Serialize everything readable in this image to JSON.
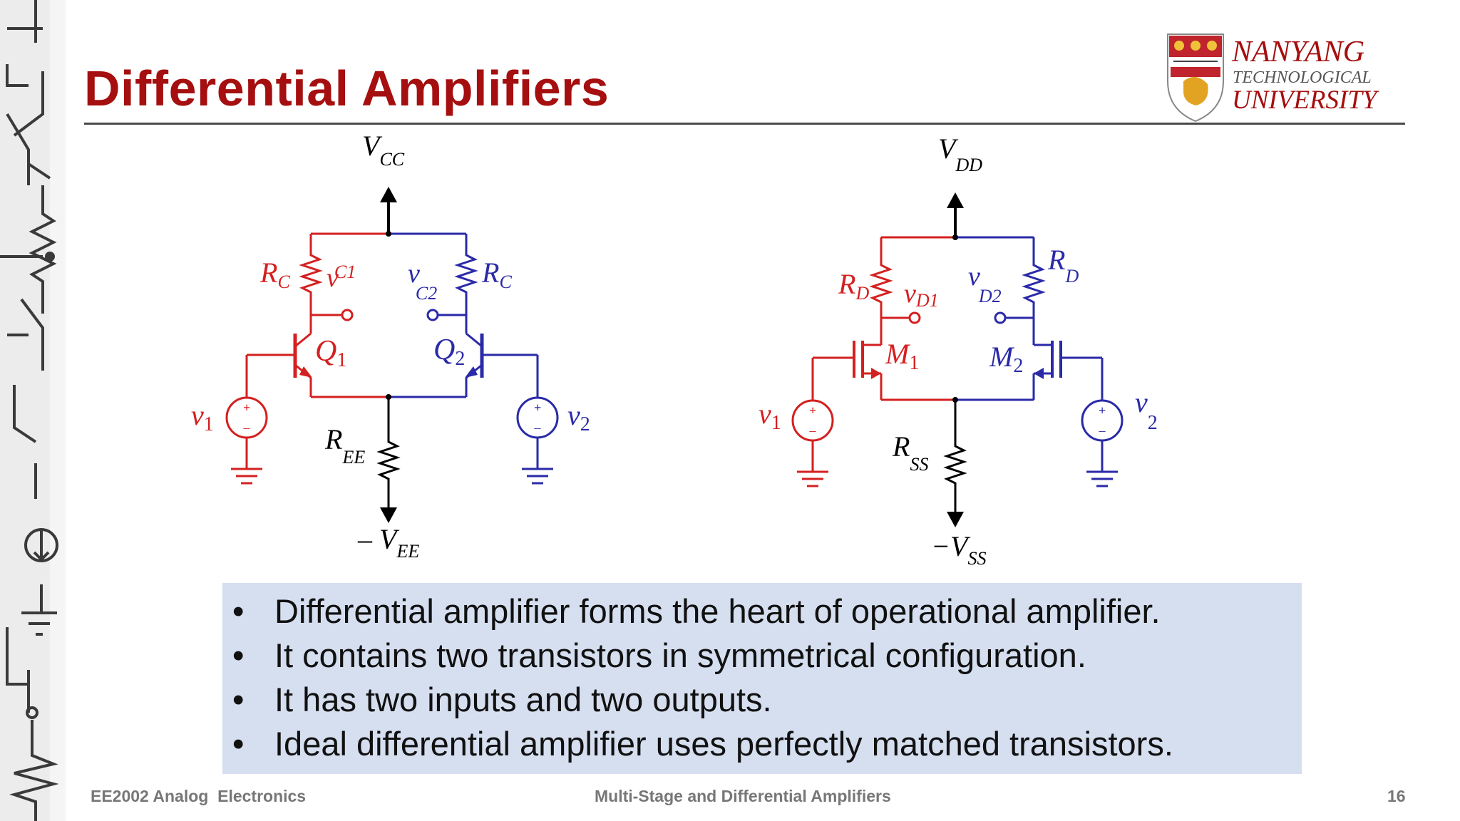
{
  "slide": {
    "title": "Differential Amplifiers"
  },
  "logo": {
    "line1": "NANYANG",
    "line2": "TECHNOLOGICAL",
    "line3": "UNIVERSITY"
  },
  "bjt_circuit": {
    "supply": "V",
    "supply_sub": "CC",
    "neg_supply": "– V",
    "neg_supply_sub": "EE",
    "rc_left": "R",
    "rc_left_sub": "C",
    "rc_right": "R",
    "rc_right_sub": "C",
    "out_left": "v",
    "out_left_sub": "C1",
    "out_right": "v",
    "out_right_sub": "C2",
    "q1": "Q",
    "q1_sub": "1",
    "q2": "Q",
    "q2_sub": "2",
    "tail": "R",
    "tail_sub": "EE",
    "in_left": "v",
    "in_left_sub": "1",
    "in_right": "v",
    "in_right_sub": "2"
  },
  "mos_circuit": {
    "supply": "V",
    "supply_sub": "DD",
    "neg_supply": "−V",
    "neg_supply_sub": "SS",
    "rd_left": "R",
    "rd_left_sub": "D",
    "rd_right": "R",
    "rd_right_sub": "D",
    "out_left": "v",
    "out_left_sub": "D1",
    "out_right": "v",
    "out_right_sub": "D2",
    "m1": "M",
    "m1_sub": "1",
    "m2": "M",
    "m2_sub": "2",
    "tail": "R",
    "tail_sub": "SS",
    "in_left": "v",
    "in_left_sub": "1",
    "in_right": "v",
    "in_right_sub": "2"
  },
  "bullets": [
    "Differential amplifier forms the heart of operational amplifier.",
    "It contains two transistors in symmetrical configuration.",
    "It has two inputs and two outputs.",
    "Ideal differential amplifier uses perfectly matched transistors."
  ],
  "bullet_marker": "•",
  "footer": {
    "course": "EE2002 Analog  Electronics",
    "topic": "Multi-Stage and Differential Amplifiers",
    "page": "16"
  },
  "colors": {
    "title": "#a50f0f",
    "left_half": "#d42020",
    "right_half": "#2a2aa8",
    "bullet_box": "#d6dff0"
  }
}
